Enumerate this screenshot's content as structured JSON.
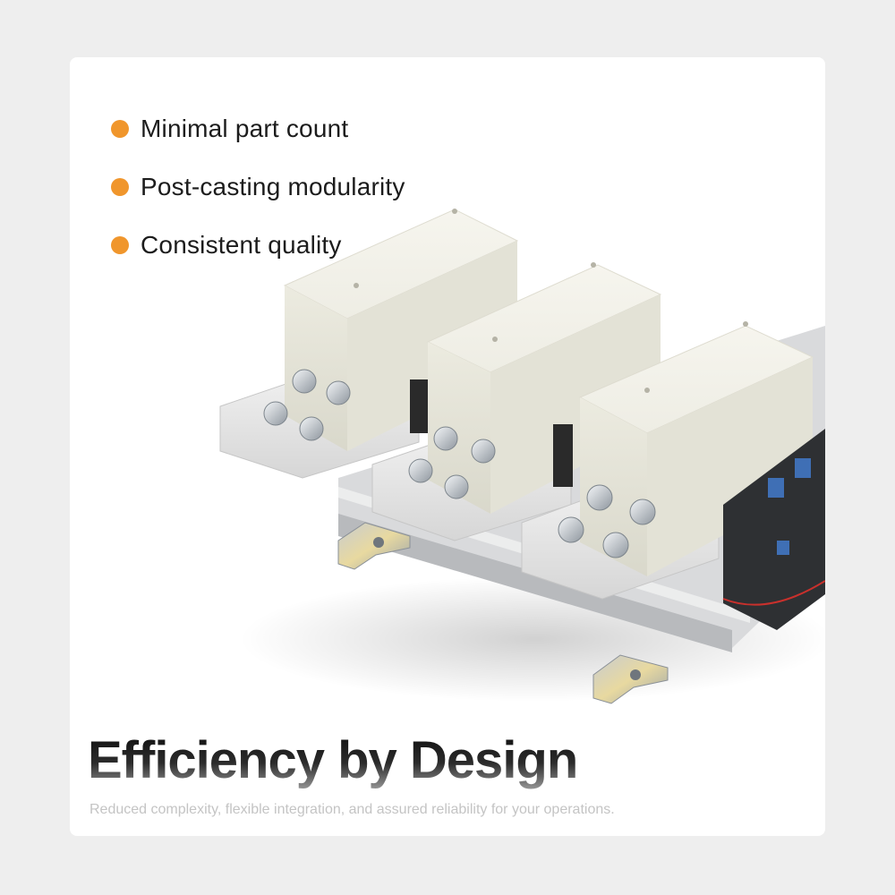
{
  "colors": {
    "accent": "#f0962c",
    "page_bg": "#eeeeee",
    "card_bg": "#ffffff"
  },
  "features": [
    {
      "label": "Minimal part count"
    },
    {
      "label": "Post-casting modularity"
    },
    {
      "label": "Consistent quality"
    }
  ],
  "headline": "Efficiency by Design",
  "subheadline": "Reduced complexity, flexible integration, and assured reliability for your operations.",
  "product_image": {
    "subject": "three-pole contactor assembly on aluminium rail"
  },
  "icons": {
    "feature_bullet": "orange-dot-icon"
  }
}
